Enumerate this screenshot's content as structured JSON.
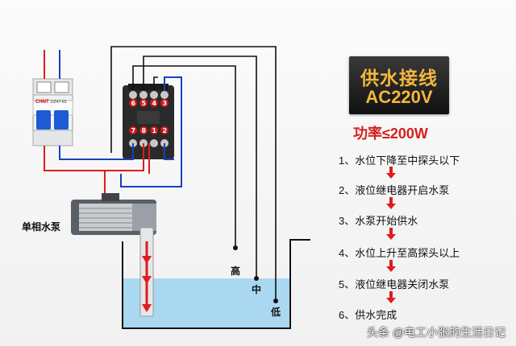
{
  "title": {
    "main": "供水接线",
    "voltage": "AC220V"
  },
  "power_limit": "功率≤200W",
  "steps": [
    "1、水位下降至中探头以下",
    "2、液位继电器开启水泵",
    "3、水泵开始供水",
    "4、水位上升至高探头以上",
    "5、液位继电器关闭水泵",
    "6、供水完成"
  ],
  "pump_label": "单相水泵",
  "probes": {
    "high": "高",
    "mid": "中",
    "low": "低"
  },
  "breaker": {
    "brand": "CHNT",
    "model": "DZ47-63"
  },
  "relay_pins_top": [
    "6",
    "5",
    "4",
    "3"
  ],
  "relay_pins_bottom": [
    "7",
    "8",
    "1",
    "2"
  ],
  "watermark": "头条 @电工小张的生活日记",
  "colors": {
    "live": "#e01c1c",
    "neutral": "#1a3fc0",
    "signal": "#111111",
    "water": "#a9d8f0",
    "accent": "#f3b73b"
  }
}
